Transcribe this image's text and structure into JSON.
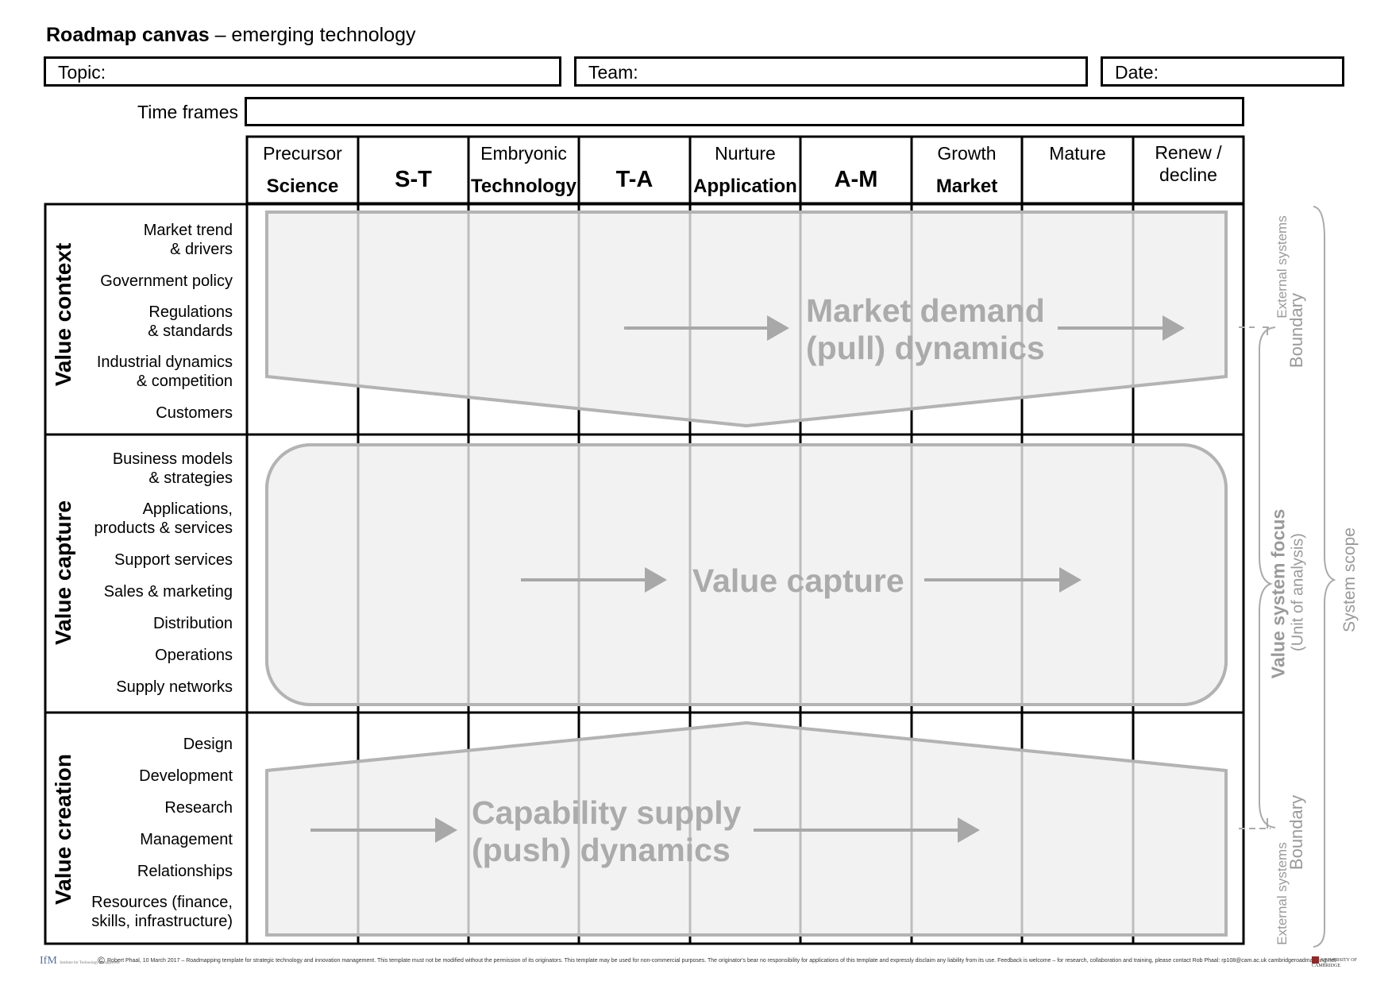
{
  "title": {
    "bold": "Roadmap canvas",
    "rest": " – emerging technology"
  },
  "fields": {
    "topic": "Topic:",
    "team": "Team:",
    "date": "Date:"
  },
  "time_frames_label": "Time frames",
  "stages": [
    {
      "top": "Precursor",
      "bottom": "Science"
    },
    {
      "mid": "S-T"
    },
    {
      "top": "Embryonic",
      "bottom": "Technology"
    },
    {
      "mid": "T-A"
    },
    {
      "top": "Nurture",
      "bottom": "Application"
    },
    {
      "mid": "A-M"
    },
    {
      "top": "Growth",
      "bottom": "Market"
    },
    {
      "top": "Mature"
    },
    {
      "top": "Renew /",
      "top2": "decline"
    }
  ],
  "sections": {
    "context": {
      "label": "Value context",
      "rows": [
        [
          "Market trend",
          "& drivers"
        ],
        [
          "Government policy"
        ],
        [
          "Regulations",
          "& standards"
        ],
        [
          "Industrial dynamics",
          "& competition"
        ],
        [
          "Customers"
        ]
      ],
      "shape_text": [
        "Market demand",
        "(pull) dynamics"
      ]
    },
    "capture": {
      "label": "Value capture",
      "rows": [
        [
          "Business models",
          "& strategies"
        ],
        [
          "Applications,",
          "products & services"
        ],
        [
          "Support services"
        ],
        [
          "Sales & marketing"
        ],
        [
          "Distribution"
        ],
        [
          "Operations"
        ],
        [
          "Supply networks"
        ]
      ],
      "shape_text": [
        "Value capture"
      ]
    },
    "creation": {
      "label": "Value creation",
      "rows": [
        [
          "Design"
        ],
        [
          "Development"
        ],
        [
          "Research"
        ],
        [
          "Management"
        ],
        [
          "Relationships"
        ],
        [
          "Resources (finance,",
          "skills, infrastructure)"
        ]
      ],
      "shape_text": [
        "Capability supply",
        "(push) dynamics"
      ]
    }
  },
  "side_labels": {
    "external_top": "External systems",
    "boundary_top": "Boundary",
    "focus": "Value system focus",
    "focus_sub": "(Unit of analysis)",
    "scope": "System scope",
    "external_bottom": "External systems",
    "boundary_bottom": "Boundary"
  },
  "footer": {
    "logo_left": "IfM",
    "logo_left_sub": "Institute for Technology Management",
    "copyright": "Robert Phaal, 10 March 2017 – Roadmapping template for strategic technology and innovation management. This template must not be modified without the permission of its originators. This template may be used for non-commercial purposes. The originator's bear no responsibility for applications of this template and expressly disclaim any liability from its use. Feedback is welcome – for research, collaboration and training, please contact Rob Phaal: rp108@cam.ac.uk cambridgeroadmapping.net",
    "logo_right": "UNIVERSITY OF CAMBRIDGE"
  },
  "colors": {
    "shape_fill": "#f2f2f2",
    "shape_stroke": "#b3b3b3",
    "shape_text": "#ababab",
    "side_text": "#9a9a9a"
  }
}
